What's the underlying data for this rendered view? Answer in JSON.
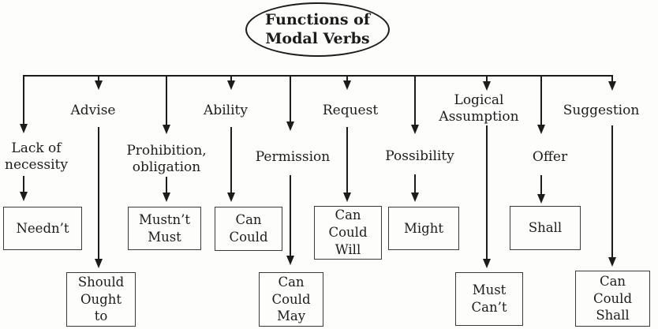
{
  "diagram": {
    "title": "Functions of\nModal Verbs",
    "ink_color": "#1c1c1c",
    "background_color": "#fdfdfc",
    "type": "tree",
    "branches": [
      {
        "function": "Lack of\nnecessity",
        "verbs": "Needn’t"
      },
      {
        "function": "Advise",
        "verbs": "Should\nOught\nto"
      },
      {
        "function": "Prohibition,\nobligation",
        "verbs": "Mustn’t\nMust"
      },
      {
        "function": "Ability",
        "verbs": "Can\nCould"
      },
      {
        "function": "Permission",
        "verbs": "Can\nCould\nMay"
      },
      {
        "function": "Request",
        "verbs": "Can\nCould\nWill"
      },
      {
        "function": "Possibility",
        "verbs": "Might"
      },
      {
        "function": "Logical\nAssumption",
        "verbs": "Must\nCan’t"
      },
      {
        "function": "Offer",
        "verbs": "Shall"
      },
      {
        "function": "Suggestion",
        "verbs": "Can\nCould\nShall"
      }
    ]
  }
}
